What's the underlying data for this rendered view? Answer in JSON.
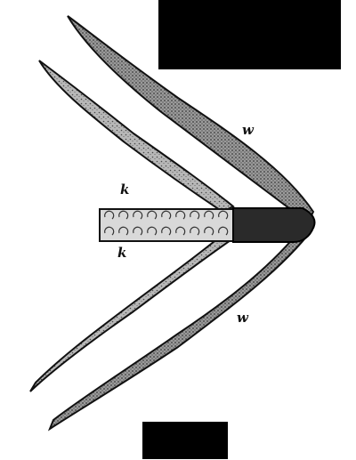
{
  "labels": {
    "outer_top": "w",
    "inner_top": "k",
    "inner_bottom": "k",
    "outer_bottom": "w"
  },
  "colors": {
    "ink": "#111111",
    "stipple": "#6b6b6b",
    "background": "#ffffff",
    "redaction": "#000000"
  }
}
